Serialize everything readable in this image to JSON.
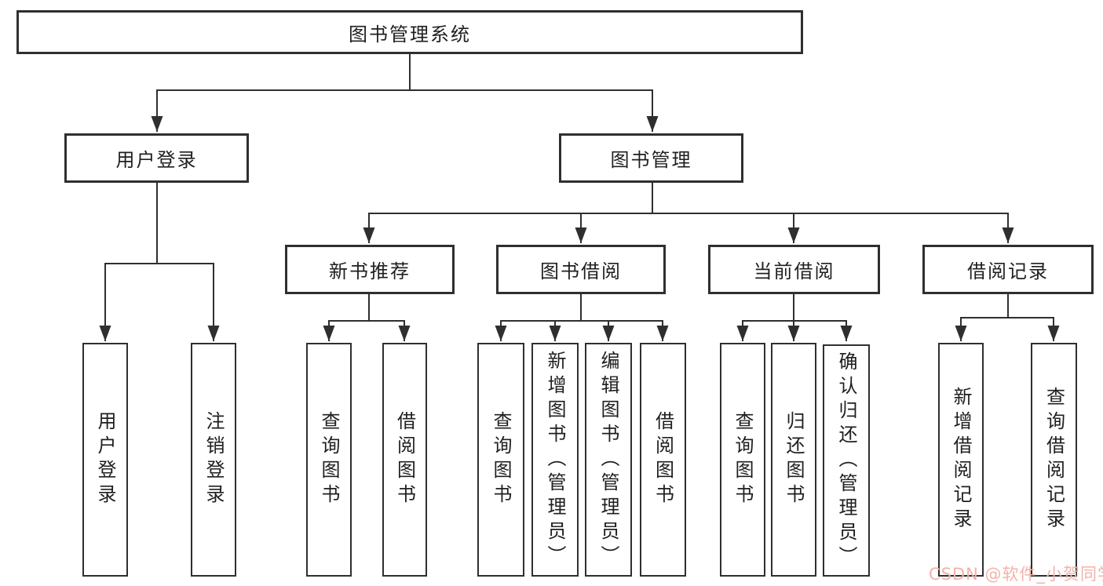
{
  "tree": {
    "label": "图书管理系统",
    "children": [
      {
        "label": "用户登录",
        "children": [
          {
            "label": "用户登录"
          },
          {
            "label": "注销登录"
          }
        ]
      },
      {
        "label": "图书管理",
        "children": [
          {
            "label": "新书推荐",
            "children": [
              {
                "label": "查询图书"
              },
              {
                "label": "借阅图书"
              }
            ]
          },
          {
            "label": "图书借阅",
            "children": [
              {
                "label": "查询图书"
              },
              {
                "label": "新增图书（管理员）"
              },
              {
                "label": "编辑图书（管理员）"
              },
              {
                "label": "借阅图书"
              }
            ]
          },
          {
            "label": "当前借阅",
            "children": [
              {
                "label": "查询图书"
              },
              {
                "label": "归还图书"
              },
              {
                "label": "确认归还（管理员）"
              }
            ]
          },
          {
            "label": "借阅记录",
            "children": [
              {
                "label": "新增借阅记录"
              },
              {
                "label": "查询借阅记录"
              }
            ]
          }
        ]
      }
    ]
  },
  "watermark": {
    "text": "CSDN @软件_小贺同学"
  },
  "colors": {
    "line": "#2f2f2f",
    "box_border": "#2f2f2f",
    "text": "#1f1f1f",
    "background": "#ffffff",
    "watermark": "#f3b2aa"
  }
}
